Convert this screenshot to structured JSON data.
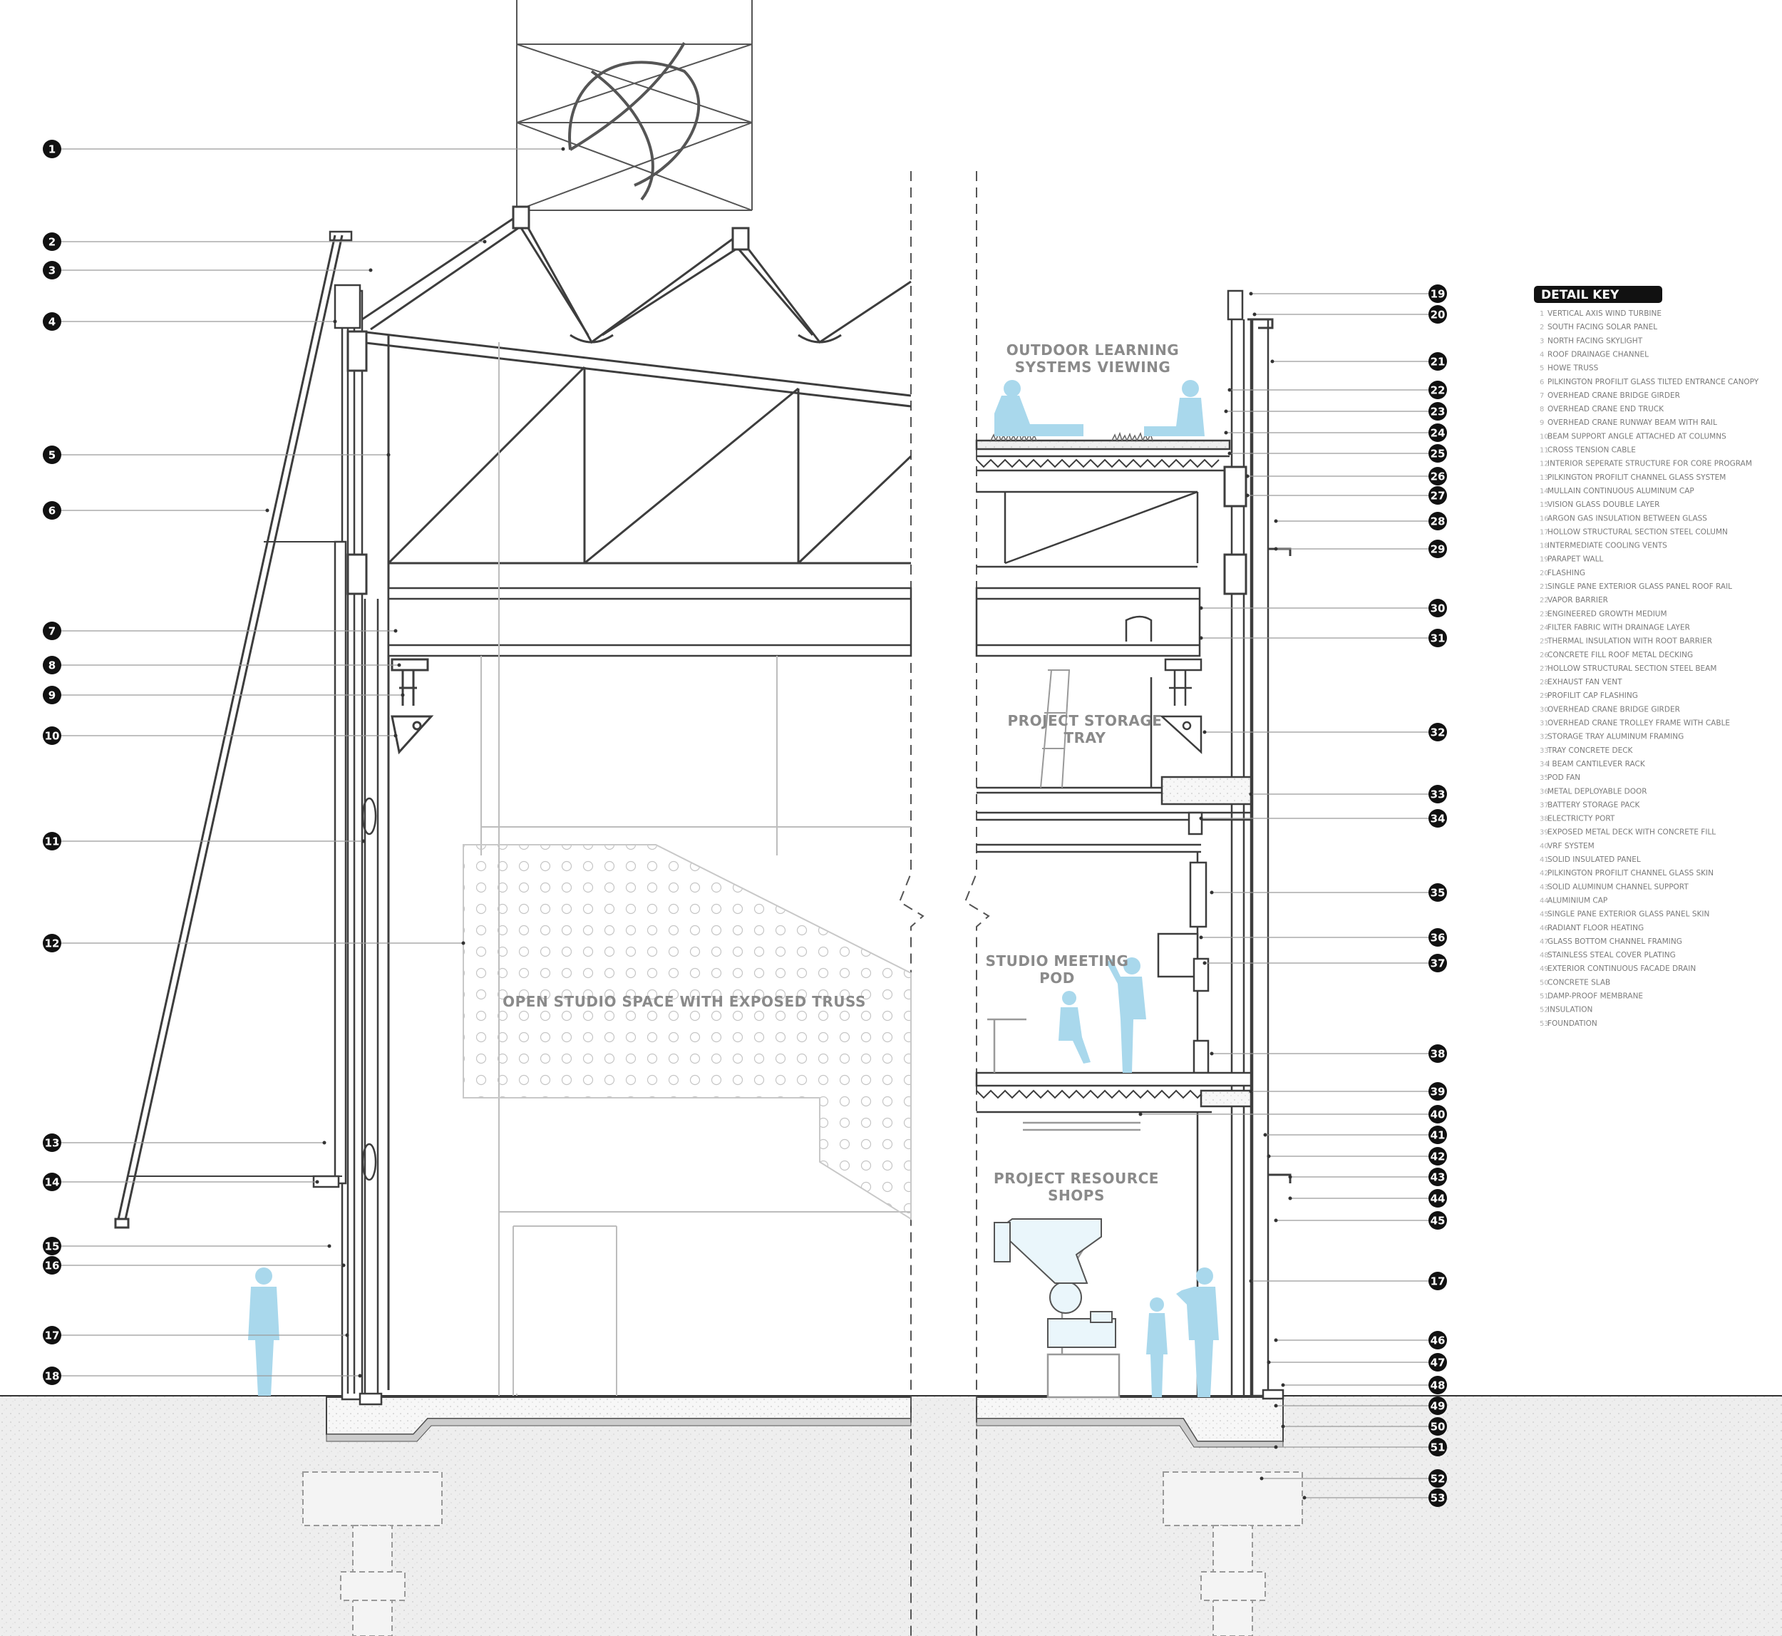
{
  "room_labels": [
    {
      "lines": [
        "OUTDOOR LEARNING",
        "SYSTEMS VIEWING"
      ]
    },
    {
      "lines": [
        "PROJECT STORAGE",
        "TRAY"
      ]
    },
    {
      "lines": [
        "OPEN STUDIO SPACE WITH EXPOSED TRUSS"
      ]
    },
    {
      "lines": [
        "STUDIO MEETING",
        "POD"
      ]
    },
    {
      "lines": [
        "PROJECT RESOURCE",
        "SHOPS"
      ]
    }
  ],
  "left_callouts": [
    "1",
    "2",
    "3",
    "4",
    "5",
    "6",
    "7",
    "8",
    "9",
    "10",
    "11",
    "12",
    "13",
    "14",
    "15",
    "16",
    "17",
    "18"
  ],
  "right_callouts": [
    "19",
    "20",
    "21",
    "22",
    "23",
    "24",
    "25",
    "26",
    "27",
    "28",
    "29",
    "30",
    "31",
    "32",
    "33",
    "34",
    "35",
    "36",
    "37",
    "38",
    "39",
    "40",
    "41",
    "42",
    "43",
    "44",
    "45",
    "17",
    "46",
    "47",
    "48",
    "49",
    "50",
    "51",
    "52",
    "53"
  ],
  "detail_key": {
    "title": "DETAIL KEY",
    "items": [
      {
        "num": "1",
        "label": "VERTICAL AXIS WIND TURBINE"
      },
      {
        "num": "2",
        "label": "SOUTH FACING SOLAR PANEL"
      },
      {
        "num": "3",
        "label": "NORTH FACING SKYLIGHT"
      },
      {
        "num": "4",
        "label": "ROOF DRAINAGE CHANNEL"
      },
      {
        "num": "5",
        "label": "HOWE TRUSS"
      },
      {
        "num": "6",
        "label": "PILKINGTON PROFILIT GLASS TILTED ENTRANCE CANOPY"
      },
      {
        "num": "7",
        "label": "OVERHEAD CRANE BRIDGE GIRDER"
      },
      {
        "num": "8",
        "label": "OVERHEAD CRANE END TRUCK"
      },
      {
        "num": "9",
        "label": "OVERHEAD CRANE RUNWAY BEAM WITH RAIL"
      },
      {
        "num": "10",
        "label": "BEAM SUPPORT ANGLE ATTACHED AT COLUMNS"
      },
      {
        "num": "11",
        "label": "CROSS TENSION CABLE"
      },
      {
        "num": "12",
        "label": "INTERIOR SEPERATE STRUCTURE FOR CORE PROGRAM"
      },
      {
        "num": "13",
        "label": "PILKINGTON PROFILIT CHANNEL GLASS SYSTEM"
      },
      {
        "num": "14",
        "label": "MULLAIN CONTINUOUS ALUMINUM CAP"
      },
      {
        "num": "15",
        "label": "VISION GLASS DOUBLE LAYER"
      },
      {
        "num": "16",
        "label": "ARGON GAS INSULATION BETWEEN GLASS"
      },
      {
        "num": "17",
        "label": "HOLLOW STRUCTURAL SECTION STEEL COLUMN"
      },
      {
        "num": "18",
        "label": "INTERMEDIATE COOLING VENTS"
      },
      {
        "num": "19",
        "label": "PARAPET WALL"
      },
      {
        "num": "20",
        "label": "FLASHING"
      },
      {
        "num": "21",
        "label": "SINGLE PANE EXTERIOR GLASS PANEL ROOF RAIL"
      },
      {
        "num": "22",
        "label": "VAPOR BARRIER"
      },
      {
        "num": "23",
        "label": "ENGINEERED GROWTH MEDIUM"
      },
      {
        "num": "24",
        "label": "FILTER FABRIC WITH DRAINAGE LAYER"
      },
      {
        "num": "25",
        "label": "THERMAL INSULATION WITH ROOT BARRIER"
      },
      {
        "num": "26",
        "label": "CONCRETE FILL ROOF METAL DECKING"
      },
      {
        "num": "27",
        "label": "HOLLOW STRUCTURAL SECTION STEEL BEAM"
      },
      {
        "num": "28",
        "label": "EXHAUST FAN VENT"
      },
      {
        "num": "29",
        "label": "PROFILIT CAP FLASHING"
      },
      {
        "num": "30",
        "label": "OVERHEAD CRANE BRIDGE GIRDER"
      },
      {
        "num": "31",
        "label": "OVERHEAD CRANE TROLLEY FRAME WITH CABLE"
      },
      {
        "num": "32",
        "label": "STORAGE TRAY ALUMINUM FRAMING"
      },
      {
        "num": "33",
        "label": "TRAY CONCRETE DECK"
      },
      {
        "num": "34",
        "label": "I BEAM CANTILEVER RACK"
      },
      {
        "num": "35",
        "label": "POD FAN"
      },
      {
        "num": "36",
        "label": "METAL DEPLOYABLE DOOR"
      },
      {
        "num": "37",
        "label": "BATTERY STORAGE PACK"
      },
      {
        "num": "38",
        "label": "ELECTRICTY PORT"
      },
      {
        "num": "39",
        "label": "EXPOSED METAL DECK WITH CONCRETE FILL"
      },
      {
        "num": "40",
        "label": "VRF SYSTEM"
      },
      {
        "num": "41",
        "label": "SOLID INSULATED PANEL"
      },
      {
        "num": "42",
        "label": "PILKINGTON PROFILIT CHANNEL GLASS SKIN"
      },
      {
        "num": "43",
        "label": "SOLID ALUMINUM CHANNEL SUPPORT"
      },
      {
        "num": "44",
        "label": "ALUMINIUM CAP"
      },
      {
        "num": "45",
        "label": "SINGLE PANE EXTERIOR GLASS PANEL SKIN"
      },
      {
        "num": "46",
        "label": "RADIANT FLOOR HEATING"
      },
      {
        "num": "47",
        "label": "GLASS BOTTOM CHANNEL FRAMING"
      },
      {
        "num": "48",
        "label": "STAINLESS STEAL COVER PLATING"
      },
      {
        "num": "49",
        "label": "EXTERIOR CONTINUOUS FACADE DRAIN"
      },
      {
        "num": "50",
        "label": "CONCRETE SLAB"
      },
      {
        "num": "51",
        "label": "DAMP-PROOF MEMBRANE"
      },
      {
        "num": "52",
        "label": "INSULATION"
      },
      {
        "num": "53",
        "label": "FOUNDATION"
      }
    ]
  },
  "colors": {
    "line": "#4a4a4a",
    "light_line": "#bdbdbd",
    "figure": "#a9d8ec",
    "ground": "#ededed",
    "callout_fill": "#111111"
  }
}
